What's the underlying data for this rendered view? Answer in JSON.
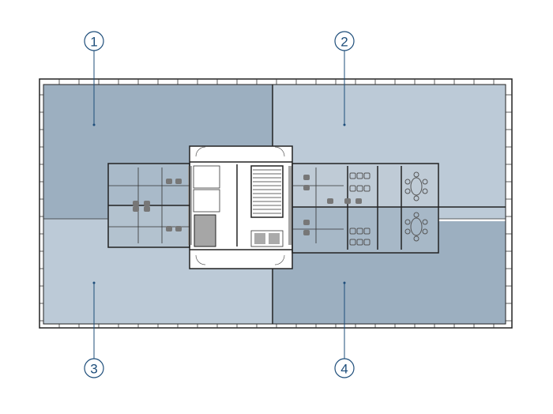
{
  "colors": {
    "zone_dark": "#9cafc0",
    "zone_light": "#bccad7",
    "callout": "#1d4d7a",
    "walls": "#222222",
    "core_grey": "#a6a6a6"
  },
  "zones": [
    {
      "id": "zone-1",
      "label": "1",
      "shade": "dark"
    },
    {
      "id": "zone-2",
      "label": "2",
      "shade": "light"
    },
    {
      "id": "zone-3",
      "label": "3",
      "shade": "light"
    },
    {
      "id": "zone-4",
      "label": "4",
      "shade": "dark"
    }
  ]
}
